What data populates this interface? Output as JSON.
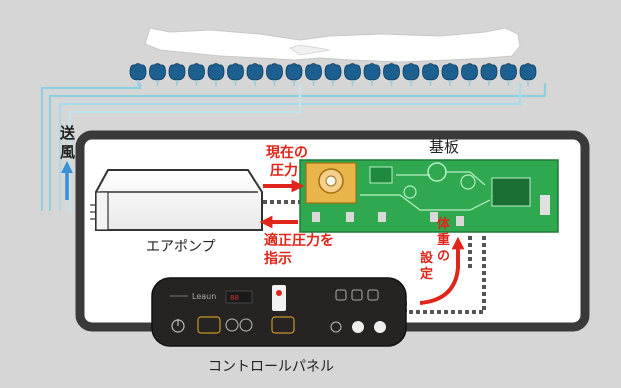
{
  "labels": {
    "airflow_line1": "送",
    "airflow_line2": "風",
    "current_pressure_line1": "現在の",
    "current_pressure_line2": "圧力",
    "board": "基板",
    "air_pump": "エアポンプ",
    "optimal_pressure_line1": "適正圧力を",
    "optimal_pressure_line2": "指示",
    "body_weight_setting_line1": "体",
    "body_weight_setting_line2": "重",
    "body_weight_setting_line3": "の",
    "body_weight_setting_line4": "設",
    "body_weight_setting_line5": "定",
    "control_panel": "コントロールパネル",
    "panel_brand": "Leaun"
  },
  "colors": {
    "background": "#d6d6d6",
    "frame": "#3a3a3a",
    "arrow_red": "#e0251b",
    "airflow_blue": "#3a8fd6",
    "tube_blue": "#8ecfe0",
    "board_green": "#2fa84f",
    "person": "#ffffff"
  },
  "icons": {
    "air_cells": "air-cell-icon",
    "person": "person-silhouette-icon",
    "sensor": "pressure-sensor-icon",
    "panel": "control-panel-icon"
  }
}
